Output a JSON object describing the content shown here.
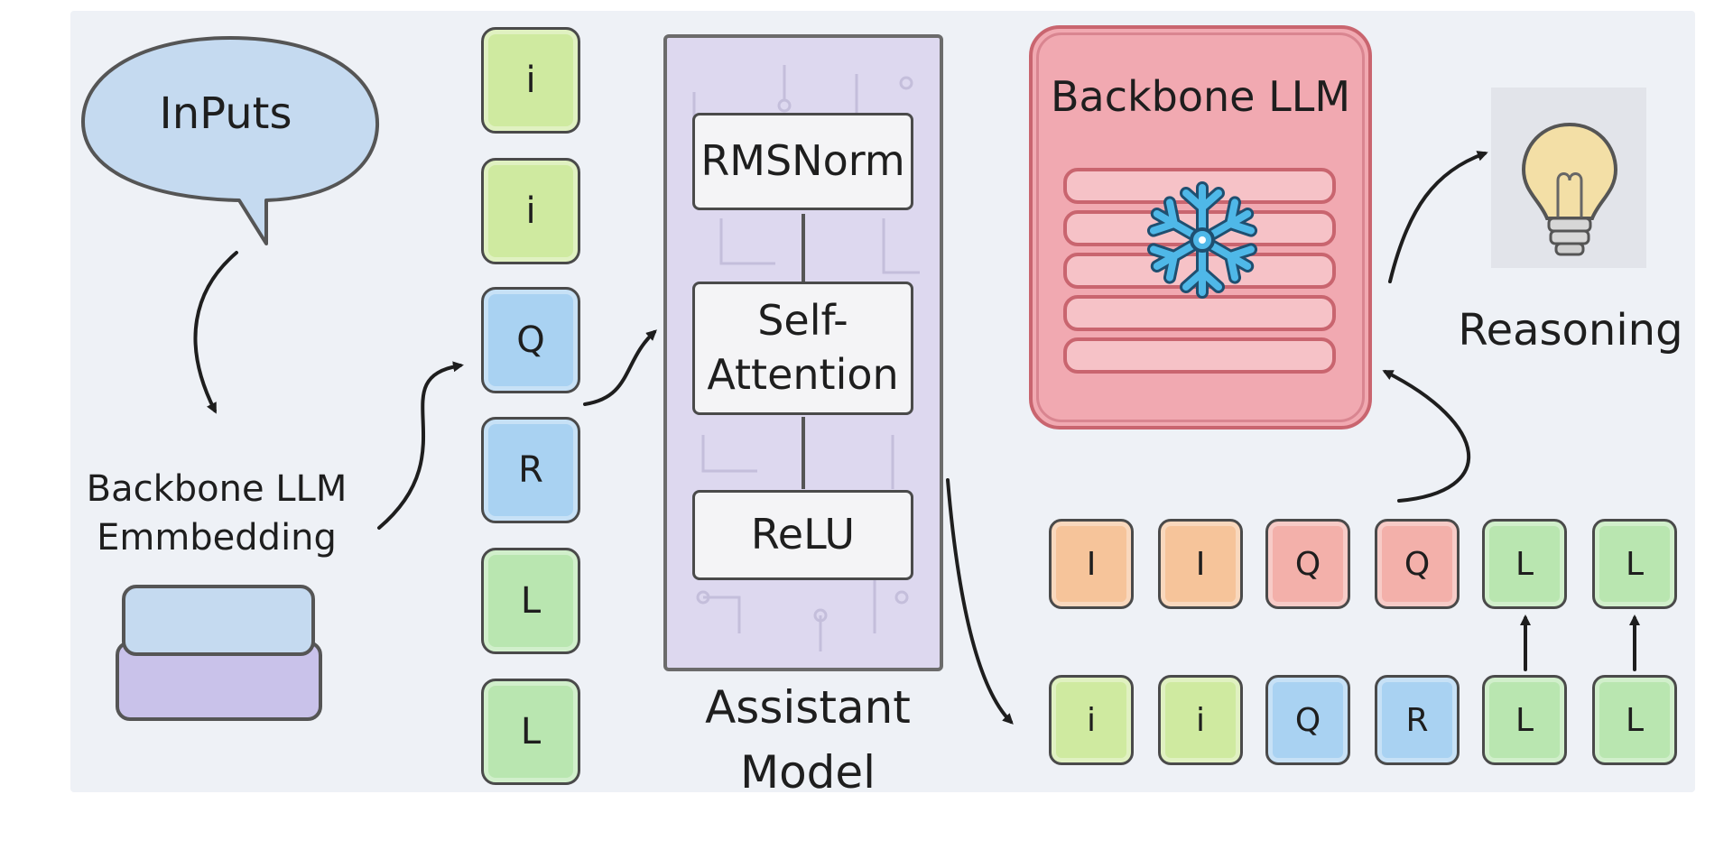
{
  "inputs_label": "InPuts",
  "embedding": {
    "line1": "Backbone LLM",
    "line2": "Emmbedding"
  },
  "input_tokens": [
    {
      "label": "i",
      "color": "lime"
    },
    {
      "label": "i",
      "color": "lime"
    },
    {
      "label": "Q",
      "color": "blue"
    },
    {
      "label": "R",
      "color": "blue"
    },
    {
      "label": "L",
      "color": "green"
    },
    {
      "label": "L",
      "color": "green"
    }
  ],
  "assistant": {
    "blocks": [
      "RMSNorm",
      "Self-\nAttention",
      "ReLU"
    ],
    "caption_line1": "Assistant",
    "caption_line2": "Model"
  },
  "backbone": {
    "title": "Backbone LLM",
    "frozen_icon": "snowflake-icon"
  },
  "reasoning": {
    "label": "Reasoning",
    "icon": "lightbulb-icon"
  },
  "output_top": [
    {
      "label": "I",
      "color": "orange"
    },
    {
      "label": "I",
      "color": "orange"
    },
    {
      "label": "Q",
      "color": "red"
    },
    {
      "label": "Q",
      "color": "red"
    },
    {
      "label": "L",
      "color": "green"
    },
    {
      "label": "L",
      "color": "green"
    }
  ],
  "output_bottom": [
    {
      "label": "i",
      "color": "lime"
    },
    {
      "label": "i",
      "color": "lime"
    },
    {
      "label": "Q",
      "color": "blue"
    },
    {
      "label": "R",
      "color": "blue"
    },
    {
      "label": "L",
      "color": "green"
    },
    {
      "label": "L",
      "color": "green"
    }
  ]
}
